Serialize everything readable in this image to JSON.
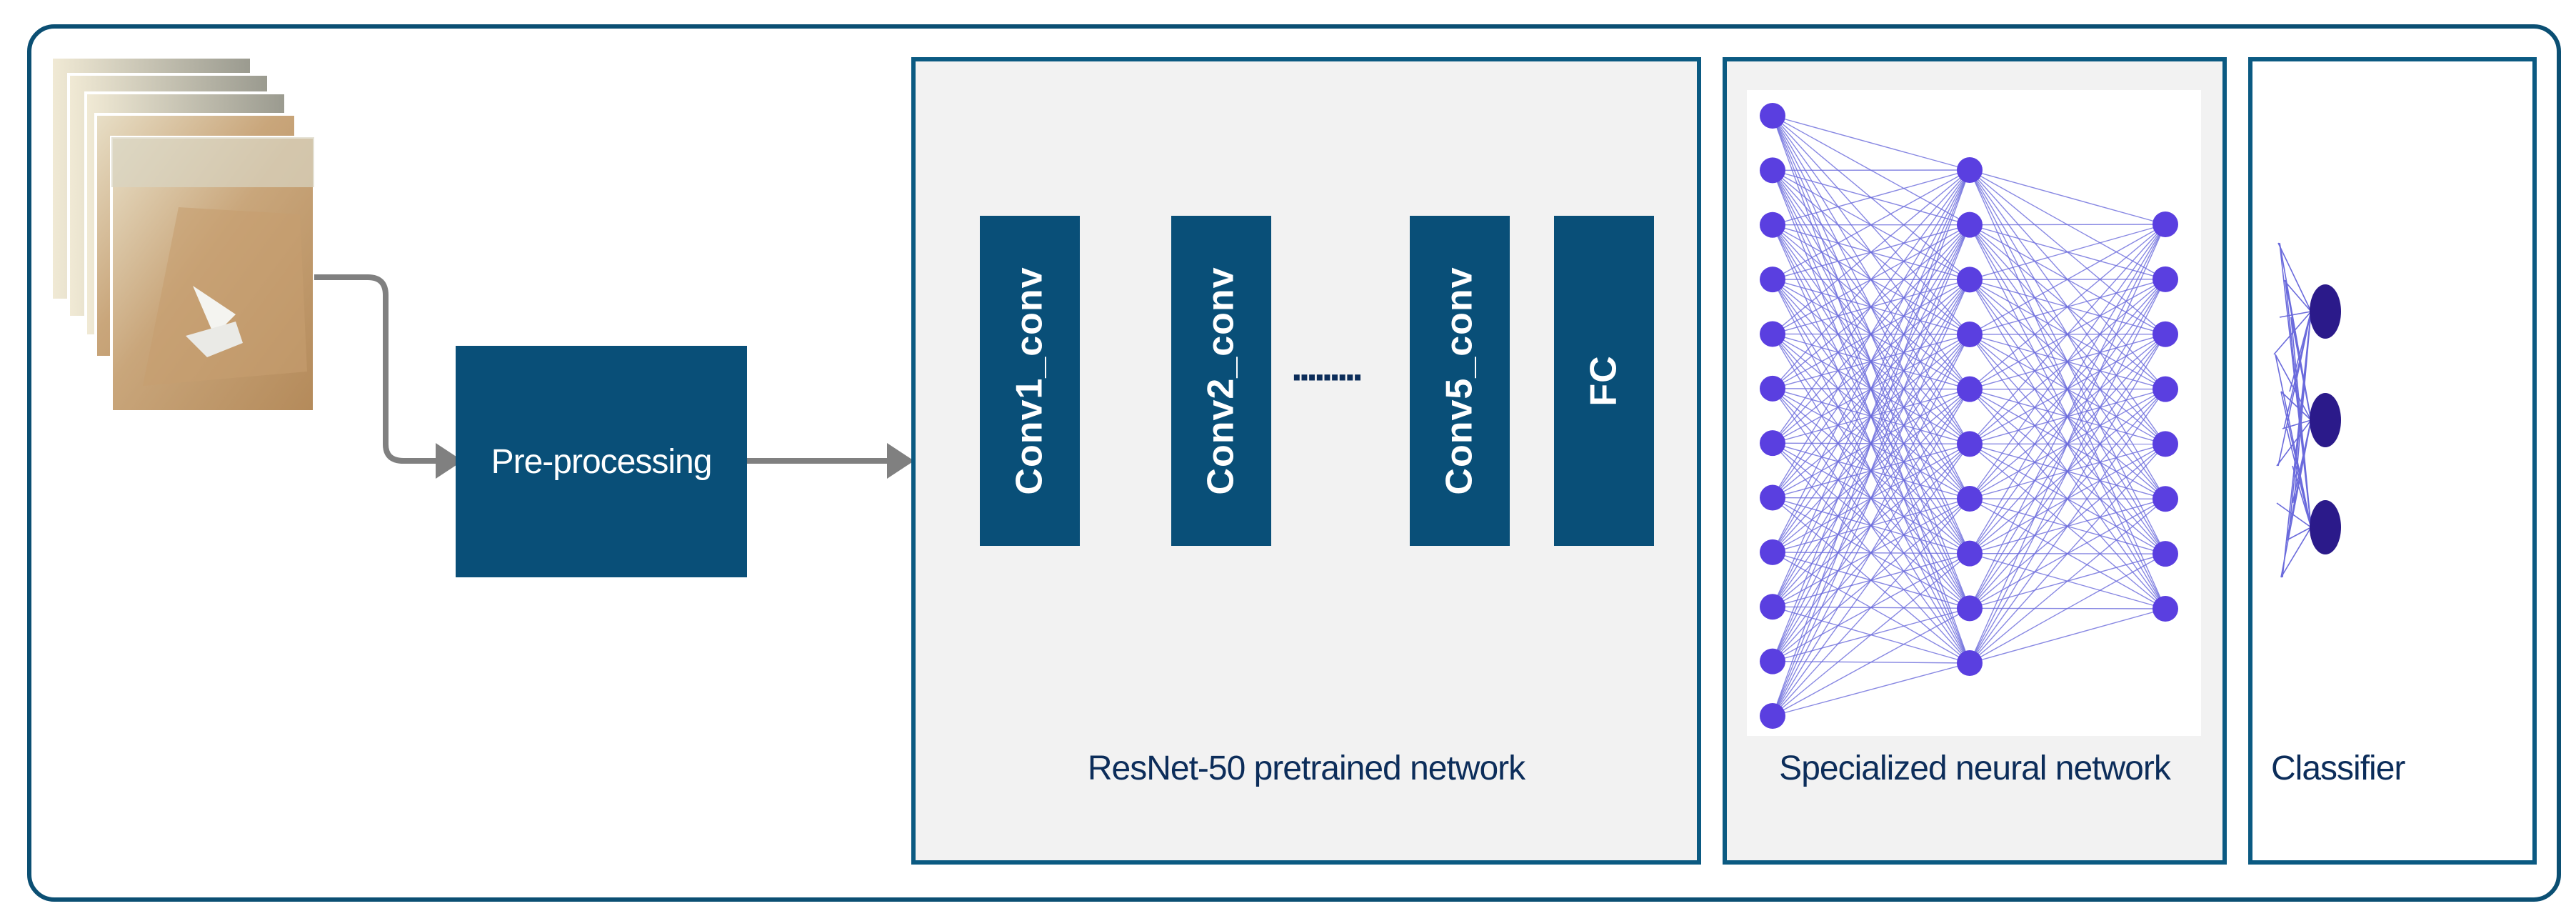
{
  "colors": {
    "frame": "#0b4f73",
    "block": "#094f78",
    "block_text": "#ffffff",
    "arrow": "#808080",
    "neuron": "#5a3fe0",
    "edge": "#6a6adc",
    "classifier_neuron": "#2b1a8a",
    "label_text": "#0c2d5a"
  },
  "input": {
    "name": "input-video-frames",
    "frame_count": 5
  },
  "preprocessing": {
    "label": "Pre-processing"
  },
  "resnet": {
    "layers": [
      {
        "label": "Conv1_conv"
      },
      {
        "label": "Conv2_conv"
      },
      {
        "label": "Conv5_conv"
      },
      {
        "label": "FC"
      }
    ],
    "ellipsis": "·········",
    "panel_label": "ResNet-50 pretrained network"
  },
  "specialized": {
    "panel_label": "Specialized neural  network",
    "layer_sizes": [
      12,
      10,
      8
    ]
  },
  "classifier": {
    "panel_label": "Classifier",
    "output_count": 3
  }
}
